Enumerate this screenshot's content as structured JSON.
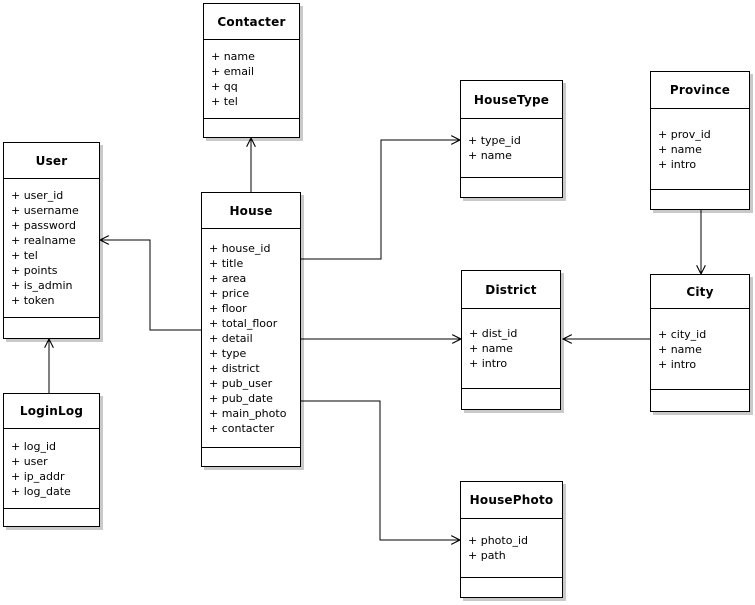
{
  "canvas": {
    "background": "#ffffff",
    "line_color": "#000000",
    "box_fill": "#ffffff",
    "shadow_color": "#c9c9c9",
    "text_color": "#000000"
  },
  "classes": {
    "contacter": {
      "name": "Contacter",
      "attrs": [
        "+ name",
        "+ email",
        "+ qq",
        "+ tel"
      ]
    },
    "user": {
      "name": "User",
      "attrs": [
        "+ user_id",
        "+ username",
        "+ password",
        "+ realname",
        "+ tel",
        "+ points",
        "+ is_admin",
        "+ token"
      ]
    },
    "loginlog": {
      "name": "LoginLog",
      "attrs": [
        "+ log_id",
        "+ user",
        "+ ip_addr",
        "+ log_date"
      ]
    },
    "house": {
      "name": "House",
      "attrs": [
        "+ house_id",
        "+ title",
        "+ area",
        "+ price",
        "+ floor",
        "+ total_floor",
        "+ detail",
        "+ type",
        "+ district",
        "+ pub_user",
        "+ pub_date",
        "+ main_photo",
        "+ contacter"
      ]
    },
    "housetype": {
      "name": "HouseType",
      "attrs": [
        "+ type_id",
        "+ name"
      ]
    },
    "province": {
      "name": "Province",
      "attrs": [
        "+ prov_id",
        "+ name",
        "+ intro"
      ]
    },
    "district": {
      "name": "District",
      "attrs": [
        "+ dist_id",
        "+ name",
        "+ intro"
      ]
    },
    "city": {
      "name": "City",
      "attrs": [
        "+ city_id",
        "+ name",
        "+ intro"
      ]
    },
    "housephoto": {
      "name": "HousePhoto",
      "attrs": [
        "+ photo_id",
        "+ path"
      ]
    }
  },
  "relations": [
    {
      "from": "House",
      "to": "Contacter"
    },
    {
      "from": "House",
      "to": "User"
    },
    {
      "from": "LoginLog",
      "to": "User"
    },
    {
      "from": "House",
      "to": "HouseType"
    },
    {
      "from": "House",
      "to": "District"
    },
    {
      "from": "House",
      "to": "HousePhoto"
    },
    {
      "from": "Province",
      "to": "City"
    },
    {
      "from": "City",
      "to": "District"
    }
  ]
}
